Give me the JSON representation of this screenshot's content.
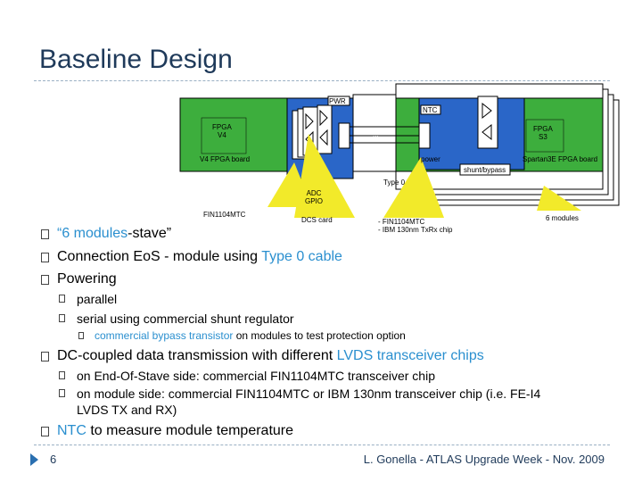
{
  "slide": {
    "title": "Baseline Design",
    "page_number": "6",
    "footer": "L. Gonella - ATLAS Upgrade Week - Nov. 2009"
  },
  "diagram": {
    "pwr": "PWR",
    "ntc": "NTC",
    "fpga_v4": "FPGA\nV4",
    "fpga_s3": "FPGA\nS3",
    "dots": "...",
    "v4_board": "V4 FPGA board",
    "power": "power",
    "spartan_board": "Spartan3E FPGA board",
    "shunt": "shunt/bypass",
    "type0": "Type 0",
    "adc": "ADC\nGPIO",
    "dcs": "DCS card",
    "fin_left": "FIN1104MTC",
    "fin_right": "- FIN1104MTC\n- IBM 130nm TxRx chip",
    "modules": "6 modules"
  },
  "bullets": {
    "b1_pre": "“6 modules",
    "b1_post": "-stave”",
    "b2_pre": "Connection EoS - module using ",
    "b2_hl": "Type 0 cable",
    "b3": "Powering",
    "b3_sub1": "parallel",
    "b3_sub2": "serial using commercial shunt regulator",
    "b3_subsub_pre": "commercial bypass transistor",
    "b3_subsub_post": " on modules to test protection option",
    "b4_pre": "DC-coupled data transmission with different ",
    "b4_hl": "LVDS transceiver chips",
    "b4_sub1": "on End-Of-Stave side: commercial FIN1104MTC transceiver chip",
    "b4_sub2_l1": "on module side: commercial FIN1104MTC or IBM 130nm transceiver chip (i.e. FE-I4",
    "b4_sub2_l2": "LVDS TX and RX)",
    "b5_hl": "NTC",
    "b5_post": " to measure module temperature"
  },
  "colors": {
    "title": "#1f3a5a",
    "highlight": "#2a8fcf",
    "board_green": "#3dae3d",
    "board_blue": "#2a66c8",
    "callout_yellow": "#f2ea2a"
  }
}
